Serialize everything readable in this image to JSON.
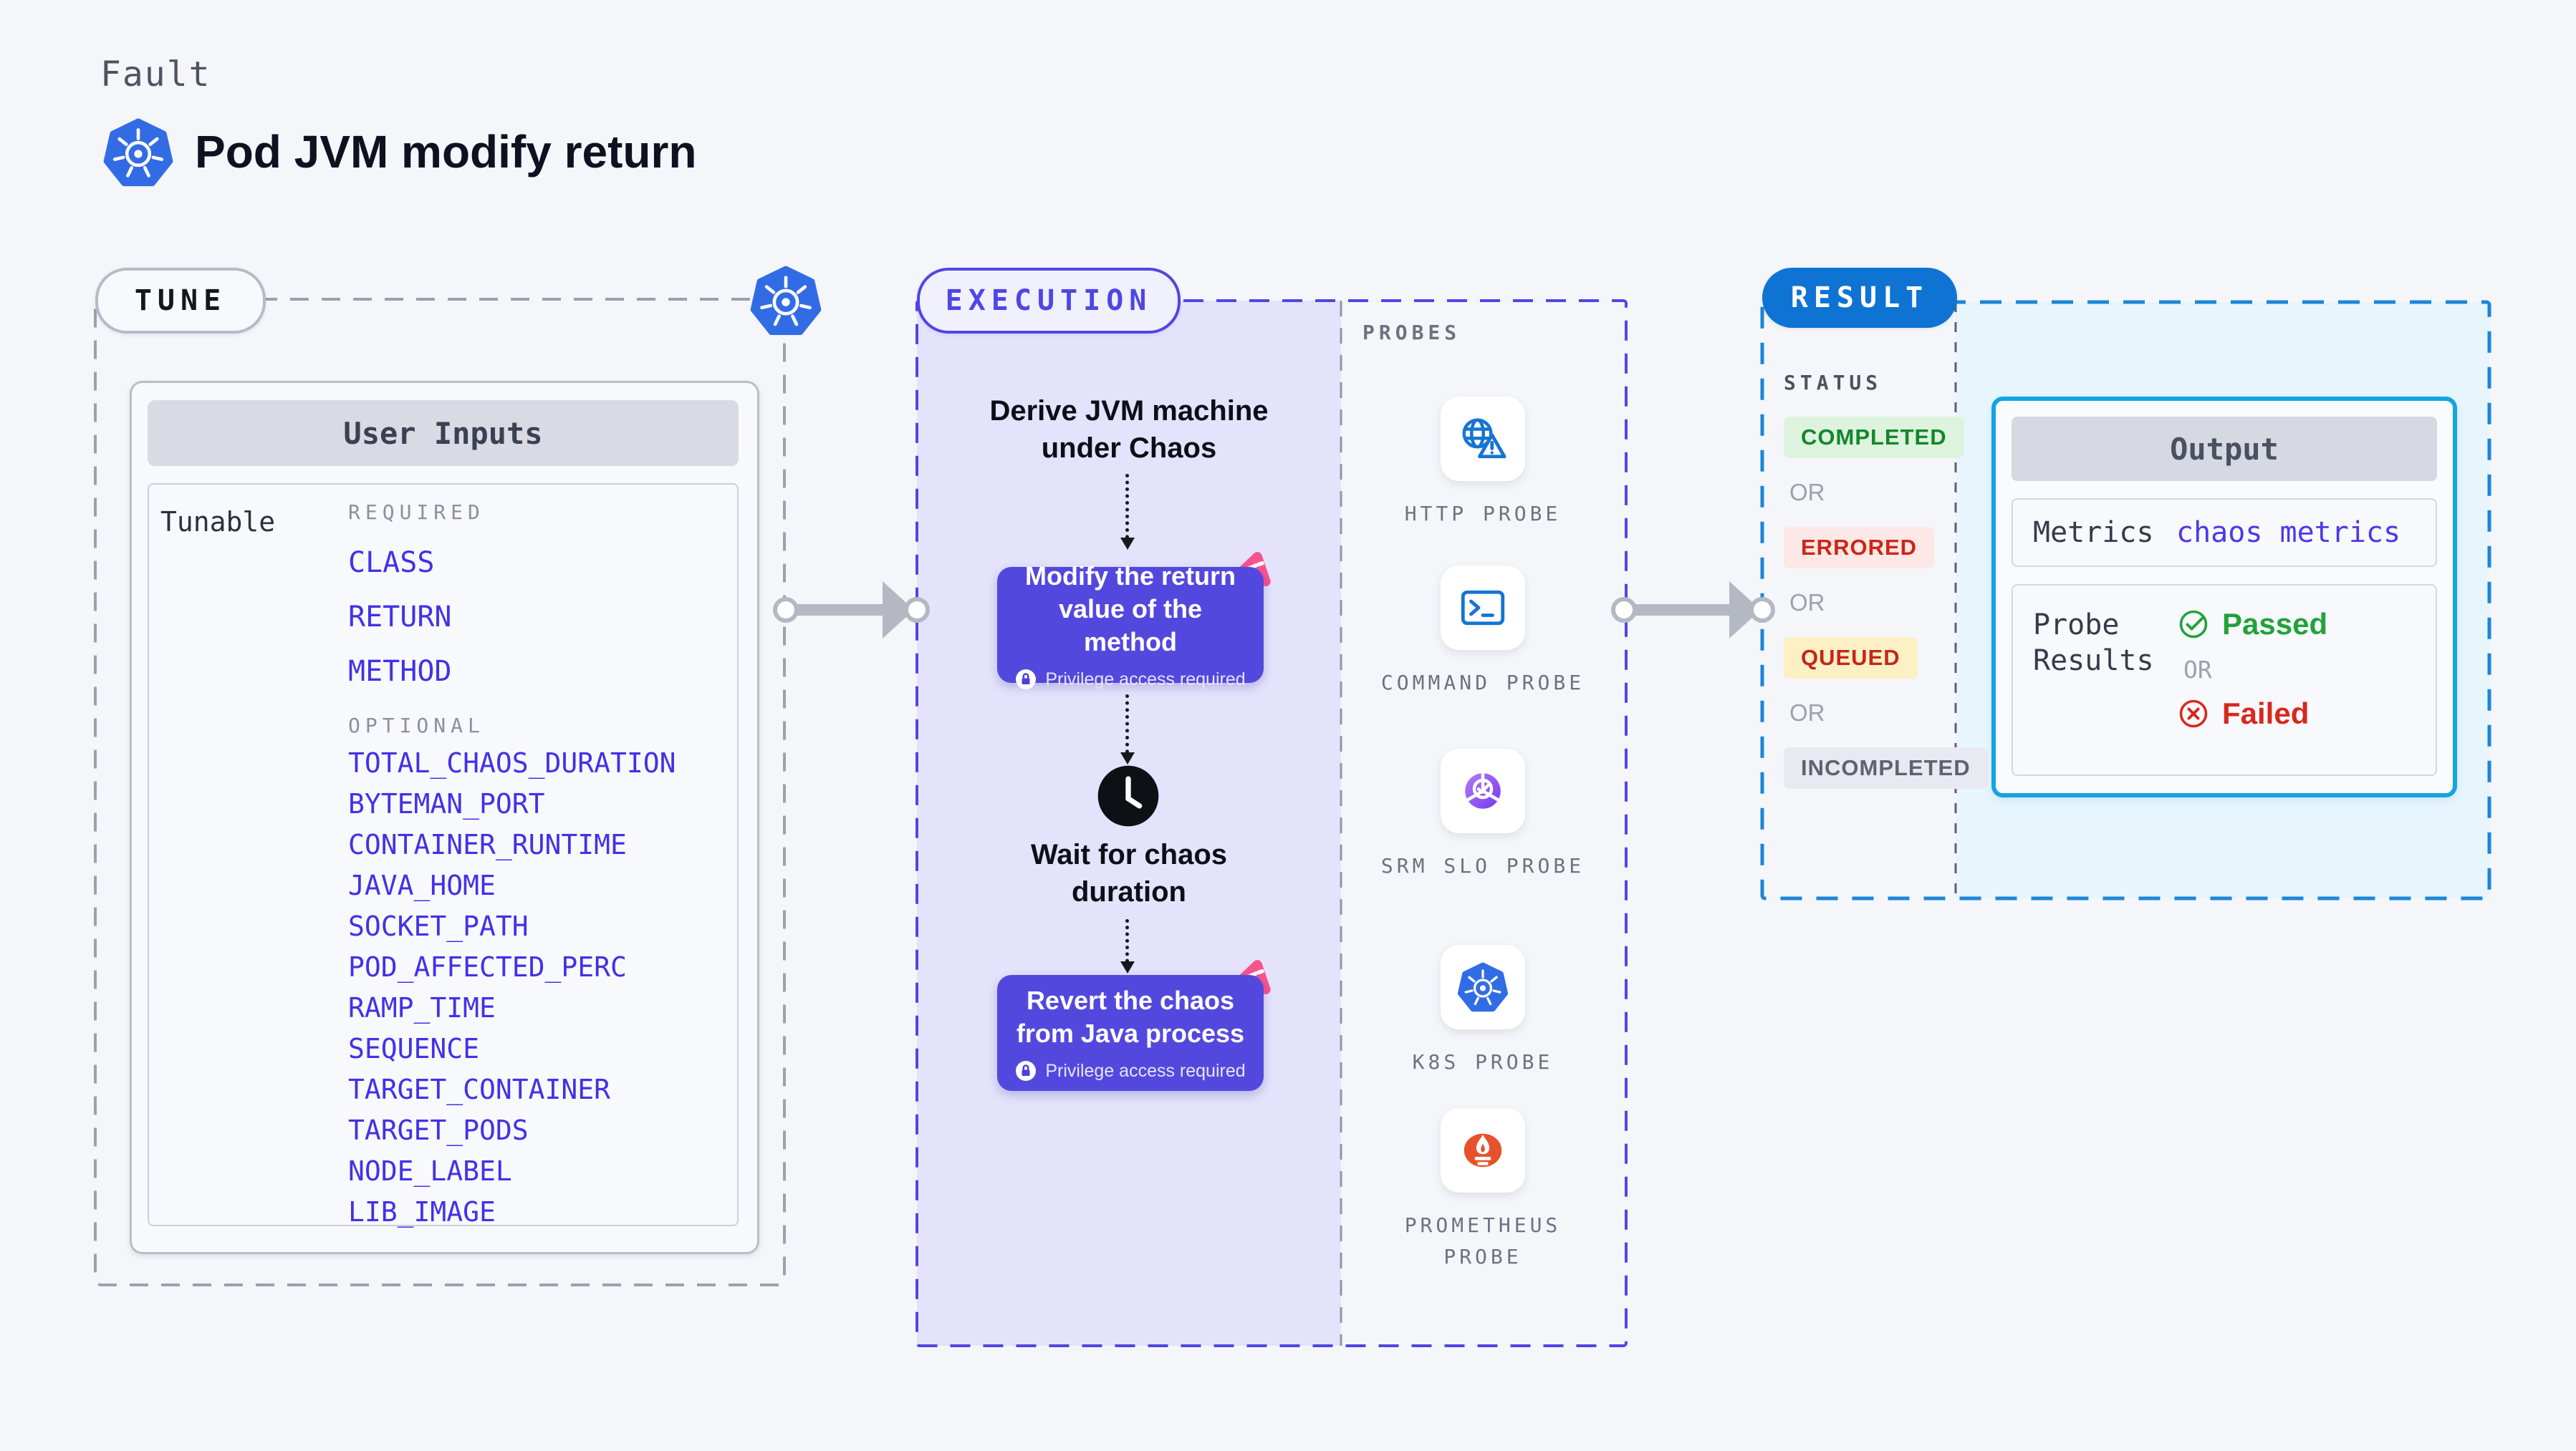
{
  "page": {
    "eyebrow": "Fault",
    "title": "Pod JVM modify return"
  },
  "colors": {
    "kubernetes_blue": "#326ce5",
    "execution_accent": "#4f46e5",
    "execution_fill": "#e4e3fb",
    "node_purple": "#5348de",
    "chaos_pink": "#f7548e",
    "result_accent": "#1c86d8",
    "result_fill": "#e7f5fd",
    "output_border": "#14a4e0",
    "tunable_link_blue": "#4231e8",
    "passed_green": "#22a23a",
    "failed_red": "#d8281c"
  },
  "tune": {
    "section_label": "TUNE",
    "card_title": "User Inputs",
    "row_label": "Tunable",
    "required_label": "REQUIRED",
    "optional_label": "OPTIONAL",
    "required_items": [
      "CLASS",
      "RETURN",
      "METHOD"
    ],
    "optional_items": [
      "TOTAL_CHAOS_DURATION",
      "BYTEMAN_PORT",
      "CONTAINER_RUNTIME",
      "JAVA_HOME",
      "SOCKET_PATH",
      "POD_AFFECTED_PERC",
      "RAMP_TIME",
      "SEQUENCE",
      "TARGET_CONTAINER",
      "TARGET_PODS",
      "NODE_LABEL",
      "LIB_IMAGE"
    ]
  },
  "execution": {
    "section_label": "EXECUTION",
    "privilege_note": "Privilege access required",
    "steps": {
      "derive": "Derive JVM machine under Chaos",
      "modify": "Modify the return value of the method",
      "wait": "Wait for chaos duration",
      "revert": "Revert the chaos from Java process"
    }
  },
  "probes": {
    "section_label": "PROBES",
    "items": [
      {
        "label": "HTTP PROBE",
        "icon": "http-probe-icon"
      },
      {
        "label": "COMMAND PROBE",
        "icon": "command-probe-icon"
      },
      {
        "label": "SRM SLO PROBE",
        "icon": "srm-slo-probe-icon"
      },
      {
        "label": "K8S PROBE",
        "icon": "k8s-probe-icon"
      },
      {
        "label": "PROMETHEUS PROBE",
        "icon": "prometheus-probe-icon"
      }
    ]
  },
  "result": {
    "section_label": "RESULT",
    "status_label": "STATUS",
    "or_label": "OR",
    "statuses": [
      {
        "label": "COMPLETED",
        "bg": "#ddf3de",
        "text_color": "#15862c"
      },
      {
        "label": "ERRORED",
        "bg": "#fce8e6",
        "text_color": "#cf2418"
      },
      {
        "label": "QUEUED",
        "bg": "#fcf0c4",
        "text_color": "#c3271b"
      },
      {
        "label": "INCOMPLETED",
        "bg": "#e9eaf1",
        "text_color": "#5d6370"
      }
    ],
    "output": {
      "title": "Output",
      "metrics_label": "Metrics",
      "metrics_value": "chaos metrics",
      "probe_results_label": "Probe Results",
      "passed_label": "Passed",
      "failed_label": "Failed"
    }
  }
}
